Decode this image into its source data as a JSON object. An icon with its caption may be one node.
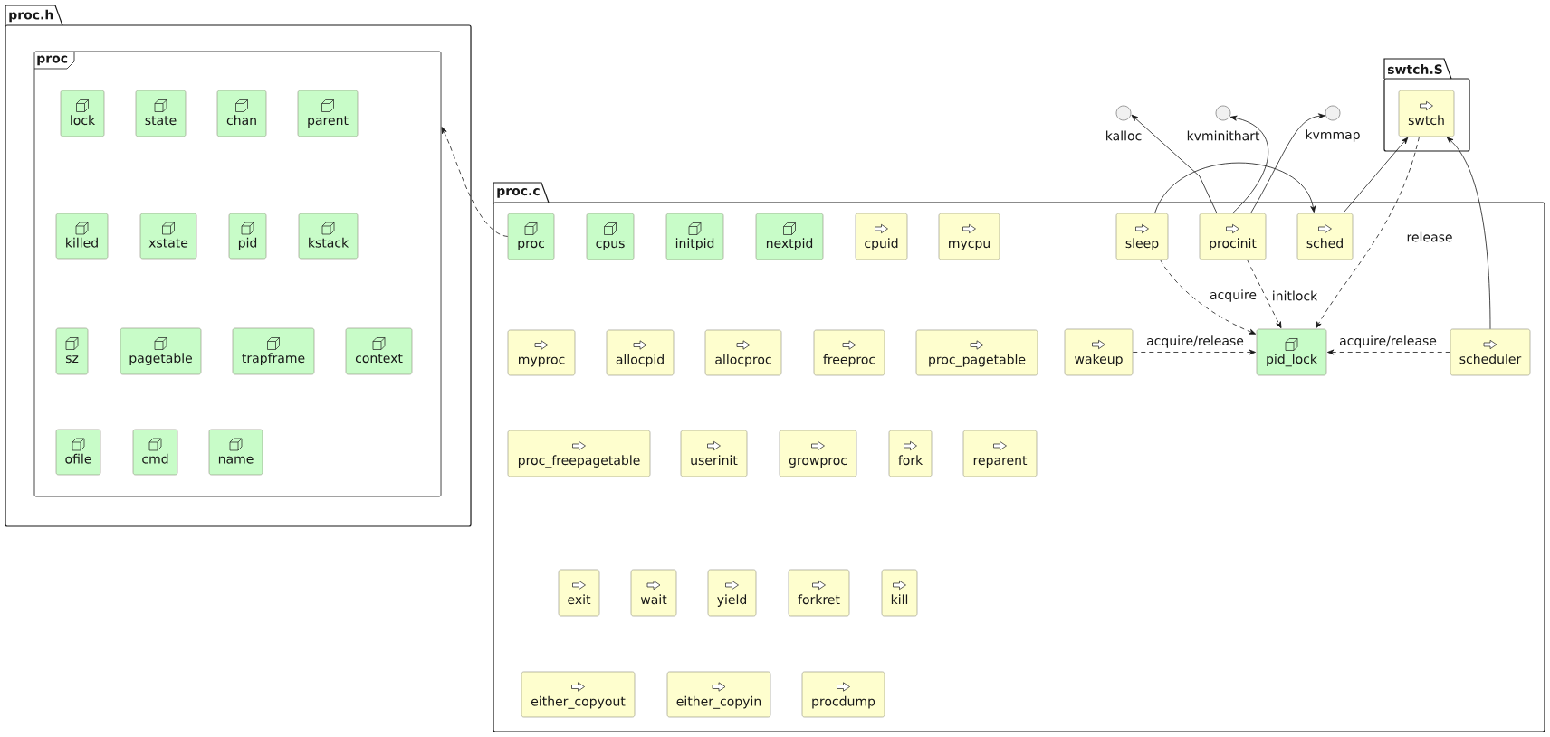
{
  "diagram": {
    "nodes": [
      {
        "text": [
          "proc.h"
        ]
      },
      {
        "text": [
          "proc"
        ],
        "in": 0
      },
      {
        "text": [
          "lock"
        ],
        "in": 1
      },
      {
        "text": [
          "state"
        ],
        "in": 1
      },
      {
        "text": [
          "chan"
        ],
        "in": 1
      },
      {
        "text": [
          "parent"
        ],
        "in": 1
      },
      {
        "text": [
          "killed"
        ],
        "in": 1
      },
      {
        "text": [
          "xstate"
        ],
        "in": 1
      },
      {
        "text": [
          "pid"
        ],
        "in": 1
      },
      {
        "text": [
          "kstack"
        ],
        "in": 1
      },
      {
        "text": [
          "sz"
        ],
        "in": 1
      },
      {
        "text": [
          "pagetable"
        ],
        "in": 1
      },
      {
        "text": [
          "trapframe"
        ],
        "in": 1
      },
      {
        "text": [
          "context"
        ],
        "in": 1
      },
      {
        "text": [
          "ofile"
        ],
        "in": 1
      },
      {
        "text": [
          "cmd"
        ],
        "in": 1
      },
      {
        "text": [
          "name"
        ],
        "in": 1
      },
      {
        "text": [
          "kalloc"
        ]
      },
      {
        "text": [
          "kvminithart"
        ]
      },
      {
        "text": [
          "kvmmap"
        ]
      },
      {
        "text": [
          "swtch.S"
        ]
      },
      {
        "text": [
          "swtch"
        ],
        "in": 20
      },
      {
        "text": [
          "proc.c"
        ]
      },
      {
        "text": [
          "proc"
        ],
        "in": 22
      },
      {
        "text": [
          "cpus"
        ],
        "in": 22
      },
      {
        "text": [
          "initpid"
        ],
        "in": 22
      },
      {
        "text": [
          "nextpid"
        ],
        "in": 22
      },
      {
        "text": [
          "cpuid"
        ],
        "in": 22
      },
      {
        "text": [
          "mycpu"
        ],
        "in": 22
      },
      {
        "text": [
          "sleep"
        ],
        "in": 22
      },
      {
        "text": [
          "procinit"
        ],
        "in": 22
      },
      {
        "text": [
          "sched"
        ],
        "in": 22
      },
      {
        "text": [
          "myproc"
        ],
        "in": 22
      },
      {
        "text": [
          "allocpid"
        ],
        "in": 22
      },
      {
        "text": [
          "allocproc"
        ],
        "in": 22
      },
      {
        "text": [
          "freeproc"
        ],
        "in": 22
      },
      {
        "text": [
          "proc_pagetable"
        ],
        "in": 22
      },
      {
        "text": [
          "wakeup"
        ],
        "in": 22
      },
      {
        "text": [
          "pid_lock"
        ],
        "in": 22
      },
      {
        "text": [
          "scheduler"
        ],
        "in": 22
      },
      {
        "text": [
          "proc_freepagetable"
        ],
        "in": 22
      },
      {
        "text": [
          "userinit"
        ],
        "in": 22
      },
      {
        "text": [
          "growproc"
        ],
        "in": 22
      },
      {
        "text": [
          "fork"
        ],
        "in": 22
      },
      {
        "text": [
          "reparent"
        ],
        "in": 22
      },
      {
        "text": [
          "exit"
        ],
        "in": 22
      },
      {
        "text": [
          "wait"
        ],
        "in": 22
      },
      {
        "text": [
          "yield"
        ],
        "in": 22
      },
      {
        "text": [
          "forkret"
        ],
        "in": 22
      },
      {
        "text": [
          "kill"
        ],
        "in": 22
      },
      {
        "text": [
          "either_copyout"
        ],
        "in": 22
      },
      {
        "text": [
          "either_copyin"
        ],
        "in": 22
      },
      {
        "text": [
          "procdump"
        ],
        "in": 22
      }
    ],
    "edges": [
      {
        "from": 23,
        "to": 1,
        "arrow": "to",
        "style": "dashed"
      },
      {
        "from": 30,
        "to": 17,
        "arrow": "to"
      },
      {
        "from": 30,
        "to": 18,
        "arrow": "to"
      },
      {
        "from": 30,
        "to": 19,
        "arrow": "to"
      },
      {
        "from": 29,
        "to": 31,
        "arrow": "to"
      },
      {
        "from": 31,
        "to": 21,
        "arrow": "to"
      },
      {
        "from": 21,
        "to": 38,
        "arrow": "to",
        "style": "dashed",
        "label": "release"
      },
      {
        "from": 39,
        "to": 21,
        "arrow": "to"
      },
      {
        "from": 29,
        "to": 38,
        "arrow": "to",
        "style": "dashed",
        "label": "acquire"
      },
      {
        "from": 30,
        "to": 38,
        "arrow": "to",
        "style": "dashed",
        "label": "initlock"
      },
      {
        "from": 37,
        "to": 38,
        "arrow": "to",
        "style": "dashed",
        "label": "acquire/release"
      },
      {
        "from": 39,
        "to": 38,
        "arrow": "to",
        "style": "dashed",
        "label": "acquire/release"
      }
    ]
  }
}
